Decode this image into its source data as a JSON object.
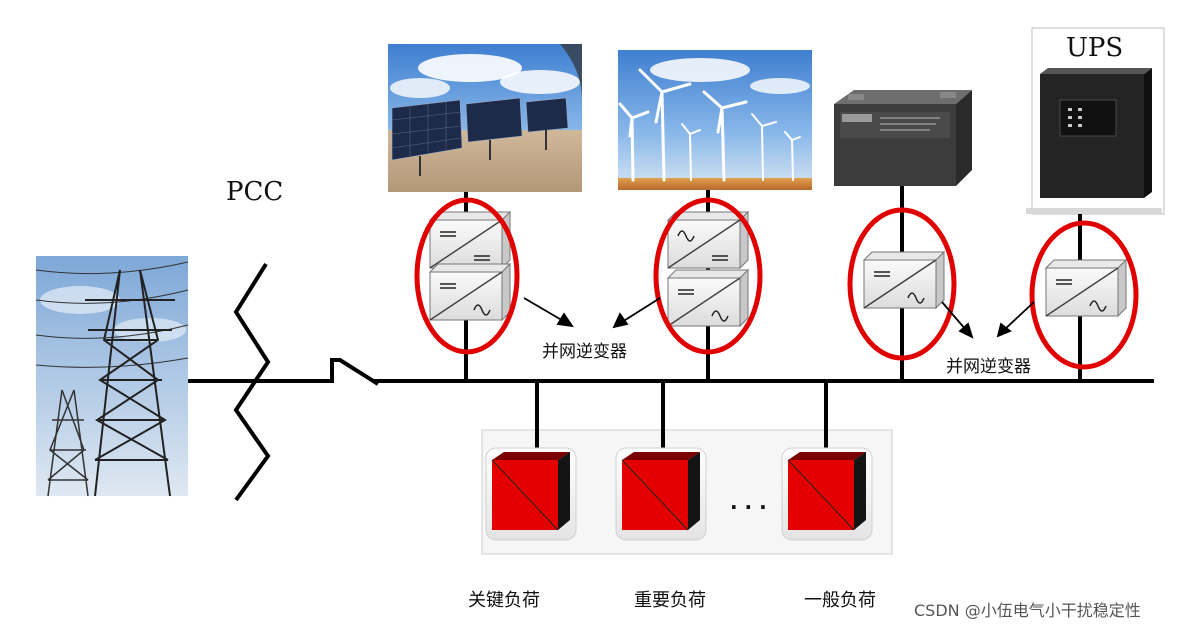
{
  "labels": {
    "pcc": "PCC",
    "ups": "UPS",
    "inverter_left": "并网逆变器",
    "inverter_right": "并网逆变器",
    "load_critical": "关键负荷",
    "load_important": "重要负荷",
    "load_general": "一般负荷",
    "ellipsis": "· · ·",
    "watermark": "CSDN @小伍电气小干扰稳定性"
  },
  "colors": {
    "bus": "#111111",
    "highlight_ring": "#e00000",
    "load_red": "#e40000",
    "load_dark": "#1a1a1a",
    "sky": "#5f9fe0"
  },
  "icons": {
    "grid": "transmission-tower",
    "pv": "solar-panel",
    "wind": "wind-turbine",
    "battery": "battery",
    "ups": "ups-unit",
    "dcdc": "dc-dc-converter",
    "dcac": "dc-ac-inverter",
    "breaker": "circuit-breaker",
    "load": "load-cube"
  }
}
